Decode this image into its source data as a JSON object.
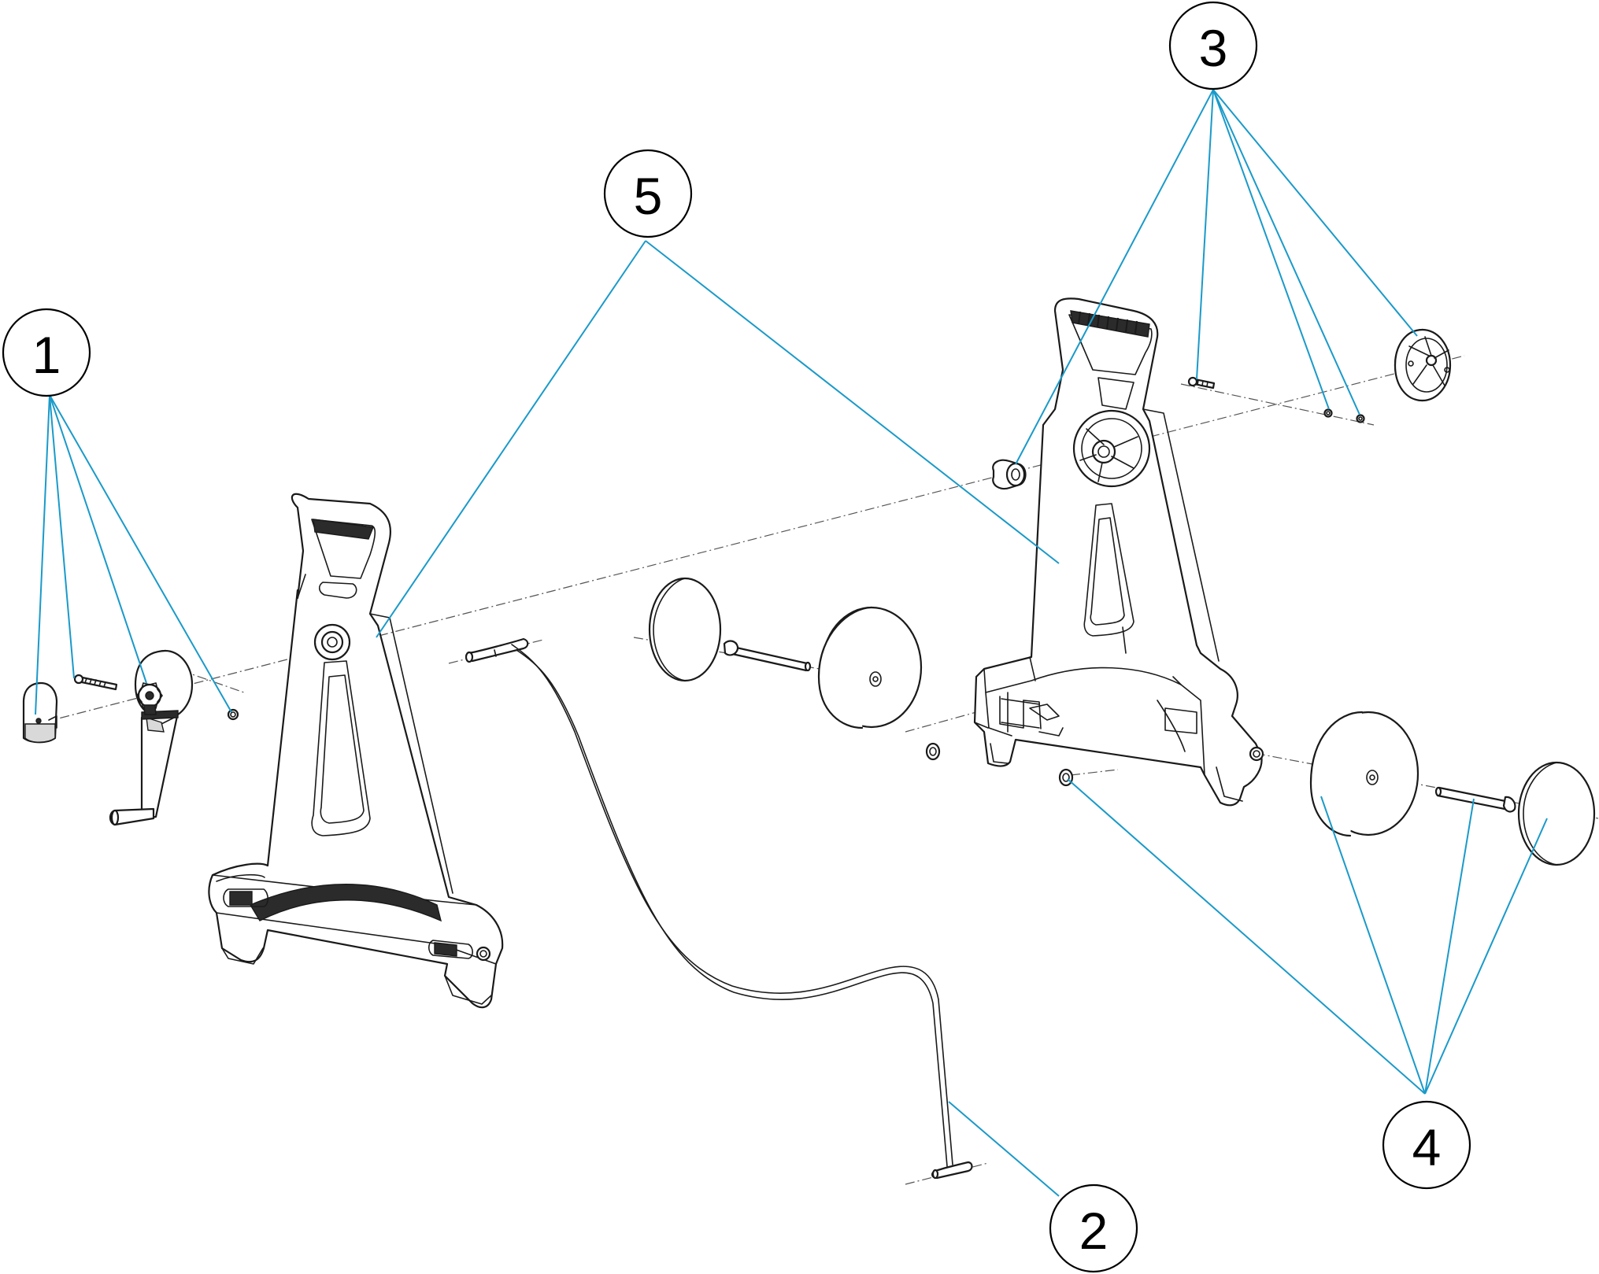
{
  "colors": {
    "leader": "#1a9ac9",
    "outline": "#1a1a1a",
    "background": "#ffffff"
  },
  "callouts": [
    {
      "id": "1",
      "label": "1"
    },
    {
      "id": "2",
      "label": "2"
    },
    {
      "id": "3",
      "label": "3"
    },
    {
      "id": "4",
      "label": "4"
    },
    {
      "id": "5",
      "label": "5"
    }
  ]
}
